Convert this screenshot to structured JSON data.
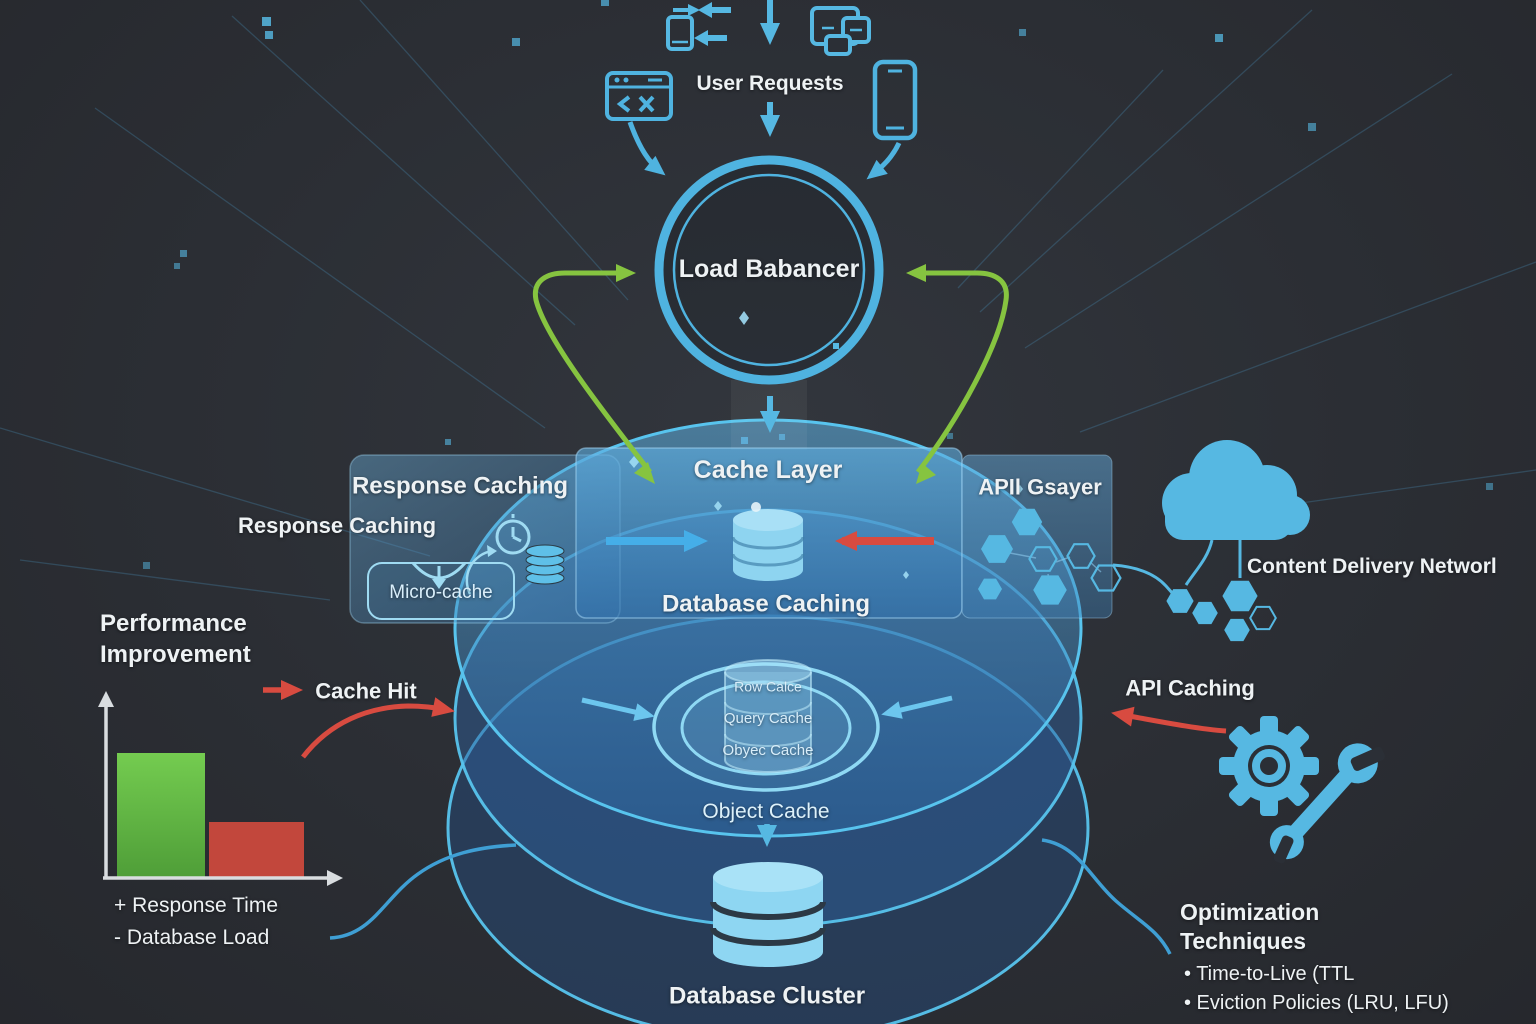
{
  "colors": {
    "background": "#2b2e34",
    "accent_blue": "#4fb3e0",
    "light_blue": "#56b8e2",
    "pale_blue": "#8ed6f2",
    "green_arrow": "#86c440",
    "red_arrow": "#d84b40",
    "bar_green": "#5fbf48",
    "bar_red": "#c2473c",
    "text": "#eef2f4"
  },
  "top": {
    "user_requests": "User Requests"
  },
  "load_balancer": {
    "label": "Load Babancer"
  },
  "cache_layer": {
    "title": "Cache Layer",
    "caption": "Database Caching"
  },
  "response_caching": {
    "title": "Response Caching",
    "outer_label": "Response Caching",
    "micro_cache": "Micro-cache"
  },
  "api_gateway": {
    "title": "APIl Gsayer"
  },
  "cdn": {
    "label": "Content Delivery Networl"
  },
  "cache_disk": {
    "ring_labels": [
      "Row Calce",
      "Query Cache",
      "Obyec Cache"
    ],
    "object_cache": "Object Cache"
  },
  "database": {
    "label": "Database Cluster"
  },
  "performance": {
    "title_line1": "Performance",
    "title_line2": "Improvement",
    "note_positive": "+ Response Time",
    "note_negative": "- Database Load",
    "chart": {
      "type": "bar",
      "bars": [
        {
          "color": "#5fbf48",
          "relative_height": 1.0
        },
        {
          "color": "#c2473c",
          "relative_height": 0.45
        }
      ],
      "axis_labels_visible": false
    }
  },
  "annotations": {
    "cache_hit": "Cache Hit",
    "api_caching": "API Caching"
  },
  "optimization": {
    "title_line1": "Optimization",
    "title_line2": "Techniques",
    "bullets": [
      "• Time-to-Live (TTL",
      "• Eviction Policies (LRU, LFU)"
    ]
  },
  "icons": {
    "browser": "browser-window-icon",
    "smartphone": "smartphone-icon",
    "devices": "devices-stack-icon",
    "sync": "device-sync-icon",
    "database": "database-icon",
    "clock": "clock-icon",
    "coins": "coin-stack-icon",
    "cloud": "cloud-icon",
    "hexagons": "hexagon-network-icon",
    "gear": "gear-icon",
    "wrench": "wrench-icon"
  }
}
